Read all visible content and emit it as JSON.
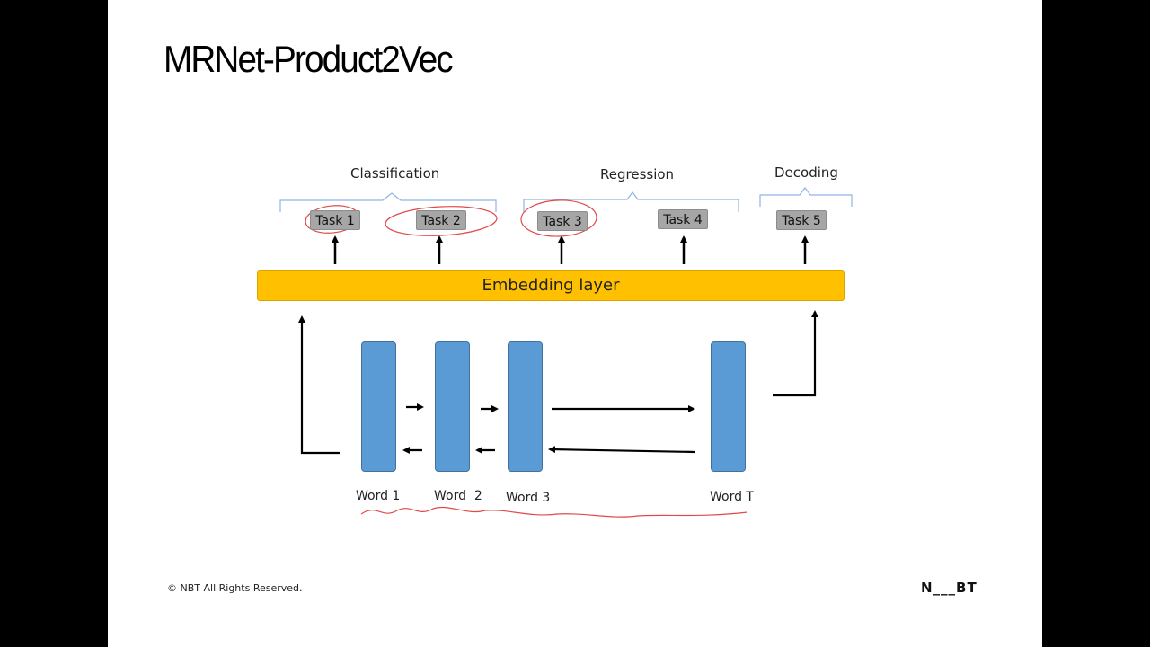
{
  "slide": {
    "title": "MRNet-Product2Vec"
  },
  "groups": {
    "classification": "Classification",
    "regression": "Regression",
    "decoding": "Decoding"
  },
  "tasks": [
    "Task 1",
    "Task 2",
    "Task 3",
    "Task 4",
    "Task 5"
  ],
  "embedding_label": "Embedding layer",
  "words": [
    "Word 1",
    "Word  2",
    "Word 3",
    "Word T"
  ],
  "footer": {
    "copyright": "© NBT All Rights Reserved.",
    "logo": "N___BT"
  },
  "colors": {
    "embedding": "#ffc000",
    "word_block": "#5b9bd5",
    "task_box": "#a6a6a6",
    "brace": "#8fb4e3",
    "annotation": "#e04a4a"
  }
}
